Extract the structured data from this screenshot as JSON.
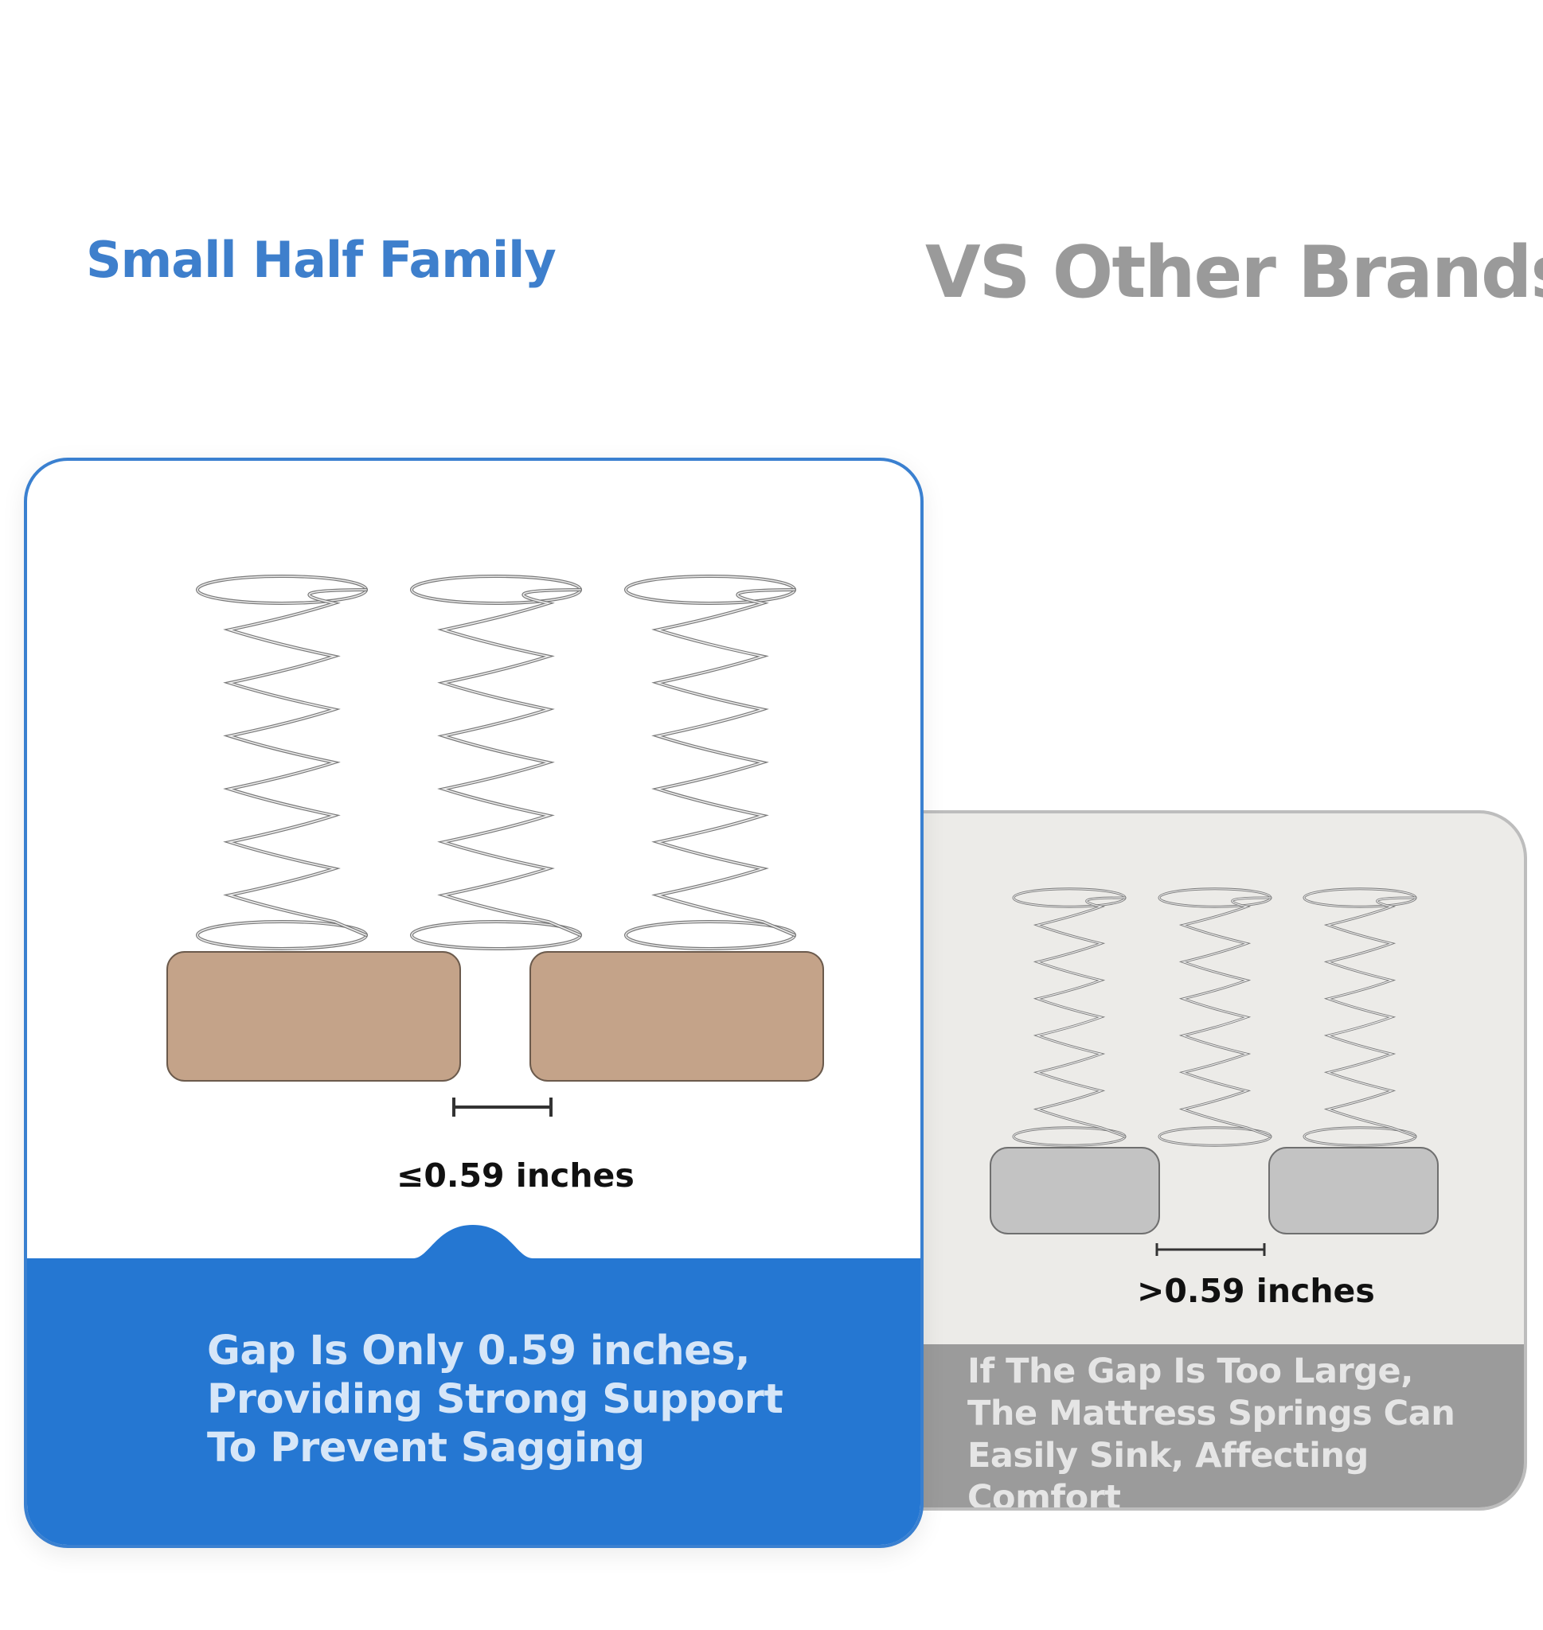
{
  "header": {
    "brand_title": "Small Half Family",
    "competitor_title": "VS Other Brands"
  },
  "brand_card": {
    "gap_label": "≤0.59 inches",
    "description_lines": [
      "Gap Is Only 0.59 inches,",
      "Providing Strong Support",
      "To Prevent Sagging"
    ],
    "colors": {
      "accent": "#2577d2",
      "border": "#3a80d0",
      "block": "#c4a389"
    }
  },
  "competitor_card": {
    "gap_label": ">0.59 inches",
    "description_lines": [
      "If The Gap Is Too Large,",
      "The Mattress Springs Can",
      "Easily Sink, Affecting",
      "Comfort"
    ],
    "colors": {
      "background": "#ecebe8",
      "footer": "#9b9b9b",
      "block": "#c3c3c3"
    }
  },
  "icons": [
    "coil-spring-icon",
    "support-block-icon",
    "gap-measure-icon"
  ]
}
